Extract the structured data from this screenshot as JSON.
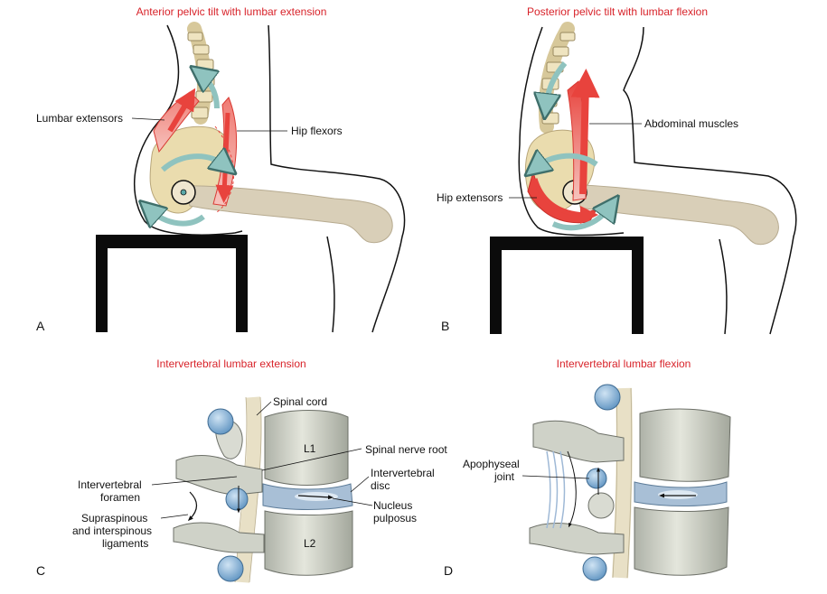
{
  "colors": {
    "title_red": "#d8232a",
    "bone": "#e9dcae",
    "bone_edge": "#b8a67a",
    "muscle_red": "#e8433d",
    "arrow_teal": "#8fc3bf",
    "vertebra_gray": "#c9ccc2",
    "disc_blue": "#a8bfd6",
    "facet_blue": "#86b4d8",
    "seat_black": "#0b0b0b"
  },
  "panels": {
    "A": {
      "letter": "A",
      "title": "Anterior pelvic tilt with lumbar extension",
      "labels": {
        "lumbar_extensors": "Lumbar extensors",
        "hip_flexors": "Hip flexors"
      }
    },
    "B": {
      "letter": "B",
      "title": "Posterior pelvic tilt with lumbar flexion",
      "labels": {
        "abdominal_muscles": "Abdominal muscles",
        "hip_extensors": "Hip extensors"
      }
    },
    "C": {
      "letter": "C",
      "title": "Intervertebral lumbar extension",
      "labels": {
        "spinal_cord": "Spinal cord",
        "spinal_nerve_root": "Spinal nerve root",
        "intervertebral_disc_1": "Intervertebral",
        "intervertebral_disc_2": "disc",
        "nucleus_pulposus_1": "Nucleus",
        "nucleus_pulposus_2": "pulposus",
        "intervertebral_foramen_1": "Intervertebral",
        "intervertebral_foramen_2": "foramen",
        "supraspinous_1": "Supraspinous",
        "supraspinous_2": "and interspinous",
        "supraspinous_3": "ligaments",
        "l1": "L1",
        "l2": "L2"
      }
    },
    "D": {
      "letter": "D",
      "title": "Intervertebral lumbar flexion",
      "labels": {
        "apophyseal_joint_1": "Apophyseal",
        "apophyseal_joint_2": "joint"
      }
    }
  }
}
